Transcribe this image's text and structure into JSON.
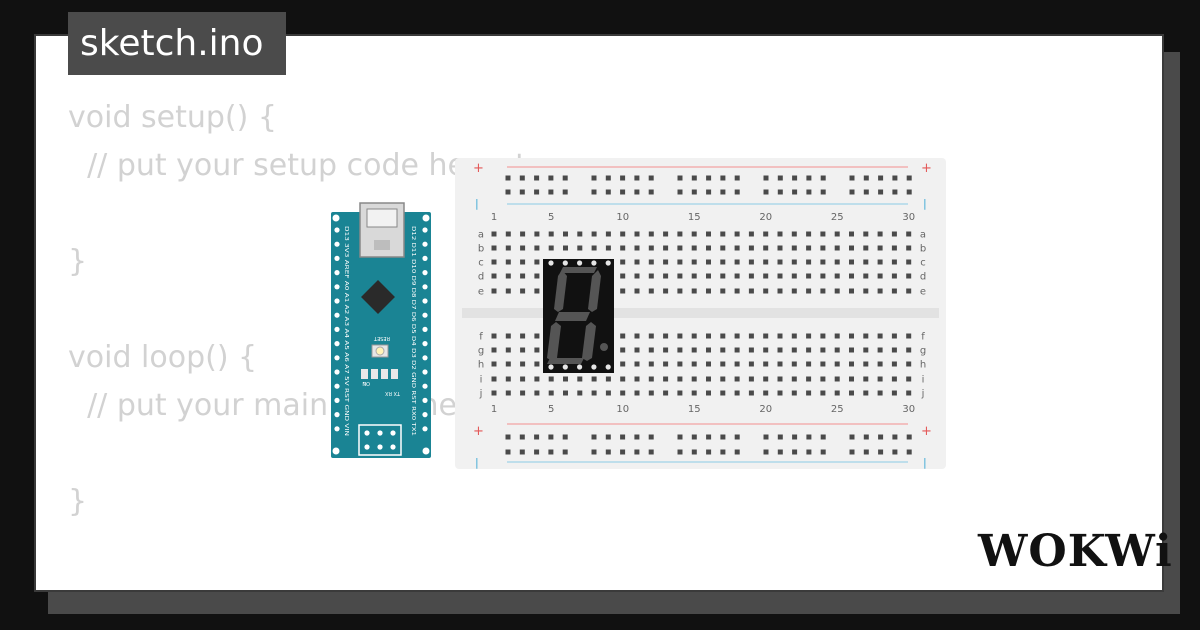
{
  "file_tab": {
    "label": "sketch.ino"
  },
  "code_lines": [
    "void setup() {",
    "  // put your setup code here, to run once:",
    "",
    "}",
    "",
    "void loop() {",
    "  // put your main code here, to run repeatedly:",
    "",
    "}"
  ],
  "brand": {
    "logo": "WOKWi"
  },
  "arduino": {
    "reset_label": "RESET",
    "on_label": "ON",
    "l_label": "L",
    "tx_label": "TX",
    "rx_label": "RX",
    "left_pins": "D13 3V3 AREF A0 A1 A2 A3 A4 A5 A6 A7 5V RST GND VIN",
    "right_pins": "D12 D11 D10 D9 D8 D7 D6 D5 D4 D3 D2 GND RST RX0 TX1"
  },
  "breadboard": {
    "plus": "+",
    "minus": "|",
    "column_numbers": [
      "1",
      "5",
      "10",
      "15",
      "20",
      "25",
      "30"
    ],
    "row_letters_top": [
      "a",
      "b",
      "c",
      "d",
      "e"
    ],
    "row_letters_bottom": [
      "f",
      "g",
      "h",
      "i",
      "j"
    ]
  },
  "colors": {
    "background": "#111111",
    "card": "#ffffff",
    "tab": "#4b4b4b",
    "code_text": "#d2d2d2",
    "arduino_board": "#1a8494",
    "breadboard": "#f1f1f1",
    "rail_red": "#f2a3a3",
    "rail_blue": "#9fd4e8",
    "segment_display": "#111111",
    "segment_off": "#555555"
  }
}
